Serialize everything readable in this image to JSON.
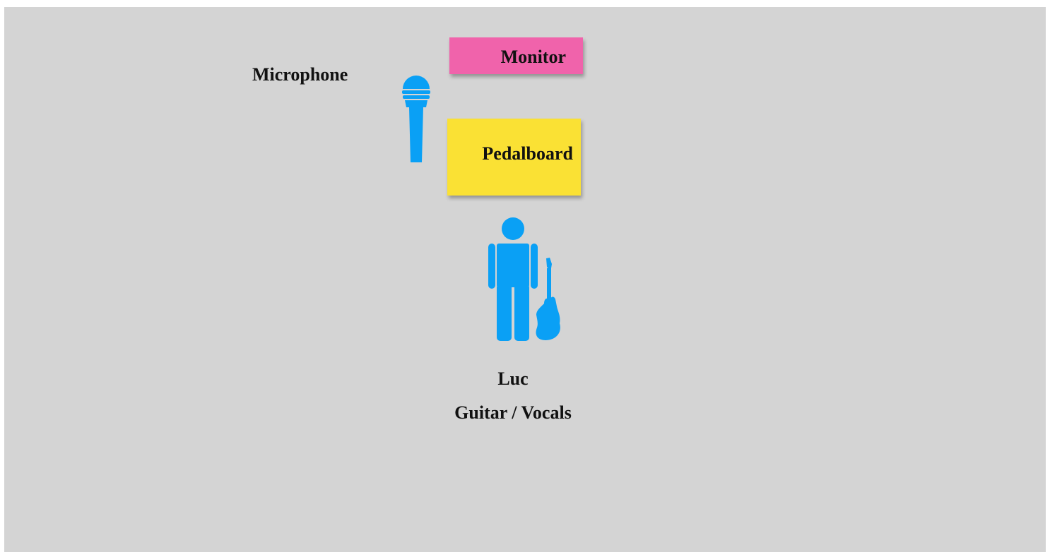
{
  "colors": {
    "background": "#d4d4d4",
    "icon_blue": "#0aa0f5",
    "monitor_fill": "#f063ab",
    "pedalboard_fill": "#fae134",
    "text": "#111111"
  },
  "labels": {
    "microphone": "Microphone",
    "monitor": "Monitor",
    "pedalboard": "Pedalboard"
  },
  "performer": {
    "name": "Luc",
    "role": "Guitar / Vocals"
  },
  "icons": {
    "microphone": "microphone-icon",
    "person": "person-icon",
    "guitar": "electric-guitar-icon"
  }
}
